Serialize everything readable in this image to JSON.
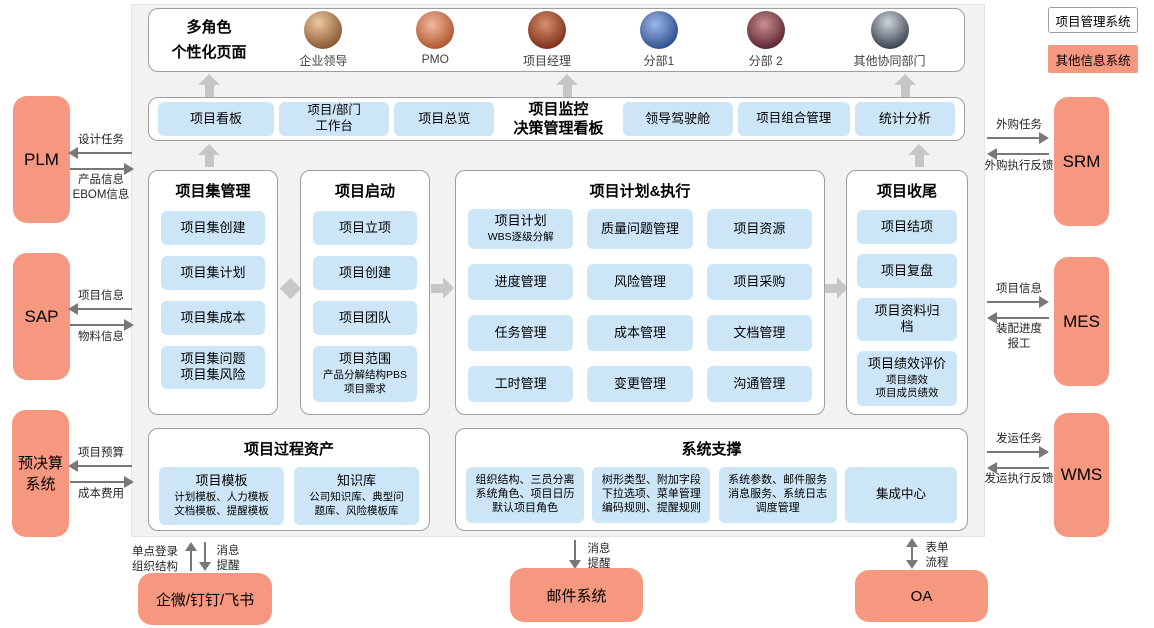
{
  "colors": {
    "salmon": "#f6977f",
    "light_blue": "#cde6f7",
    "panel_gray": "#f2f2f2"
  },
  "legend": {
    "pm_system": "项目管理系统",
    "other_system": "其他信息系统"
  },
  "personas": {
    "panel_title": "多角色\n个性化页面",
    "items": [
      {
        "label": "企业领导"
      },
      {
        "label": "PMO"
      },
      {
        "label": "项目经理"
      },
      {
        "label": "分部1"
      },
      {
        "label": "分部 2"
      },
      {
        "label": "其他协同部门"
      }
    ]
  },
  "dashboard": {
    "items": [
      "项目看板",
      "项目/部门\n工作台",
      "项目总览"
    ],
    "title": "项目监控\n决策管理看板",
    "items2": [
      "领导驾驶舱",
      "项目组合管理",
      "统计分析"
    ]
  },
  "program_mgmt": {
    "title": "项目集管理",
    "items": [
      "项目集创建",
      "项目集计划",
      "项目集成本",
      "项目集问题\n项目集风险"
    ]
  },
  "initiation": {
    "title": "项目启动",
    "items": [
      "项目立项",
      "项目创建",
      "项目团队"
    ],
    "scope": {
      "title": "项目范围",
      "subtitle": "产品分解结构PBS\n项目需求"
    }
  },
  "plan_exec": {
    "title": "项目计划&执行",
    "cells": [
      {
        "title": "项目计划",
        "subtitle": "WBS逐级分解"
      },
      {
        "title": "质量问题管理"
      },
      {
        "title": "项目资源"
      },
      {
        "title": "进度管理"
      },
      {
        "title": "风险管理"
      },
      {
        "title": "项目采购"
      },
      {
        "title": "任务管理"
      },
      {
        "title": "成本管理"
      },
      {
        "title": "文档管理"
      },
      {
        "title": "工时管理"
      },
      {
        "title": "变更管理"
      },
      {
        "title": "沟通管理"
      }
    ]
  },
  "closure": {
    "title": "项目收尾",
    "items": [
      "项目结项",
      "项目复盘",
      "项目资料归\n档"
    ],
    "perf": {
      "title": "项目绩效评价",
      "subtitle": "项目绩效\n项目成员绩效"
    }
  },
  "process_assets": {
    "title": "项目过程资产",
    "cells": [
      {
        "title": "项目模板",
        "subtitle": "计划模板、人力模板\n文档模板、提醒模板"
      },
      {
        "title": "知识库",
        "subtitle": "公司知识库、典型问\n题库、风险模板库"
      }
    ]
  },
  "system_support": {
    "title": "系统支撑",
    "cells": [
      {
        "text": "组织结构、三员分离\n系统角色、项目日历\n默认项目角色"
      },
      {
        "text": "树形类型、附加字段\n下拉选项、菜单管理\n编码规则、提醒规则"
      },
      {
        "text": "系统参数、邮件服务\n消息服务、系统日志\n调度管理"
      },
      {
        "text": "集成中心"
      }
    ]
  },
  "external_left": [
    {
      "name": "PLM",
      "in_label": "设计任务",
      "out_label": "产品信息\nEBOM信息"
    },
    {
      "name": "SAP",
      "in_label": "项目信息",
      "out_label": "物料信息"
    },
    {
      "name": "预决算\n系统",
      "in_label": "项目预算",
      "out_label": "成本费用"
    }
  ],
  "external_right": [
    {
      "name": "SRM",
      "out_label": "外购任务",
      "in_label": "外购执行反馈"
    },
    {
      "name": "MES",
      "out_label": "项目信息",
      "in_label": "装配进度\n报工"
    },
    {
      "name": "WMS",
      "out_label": "发运任务",
      "in_label": "发运执行反馈"
    }
  ],
  "external_bottom": [
    {
      "name": "企微/钉钉/飞书",
      "up_label": "单点登录\n组织结构",
      "down_label": "消息\n提醒"
    },
    {
      "name": "邮件系统",
      "down_label": "消息\n提醒"
    },
    {
      "name": "OA",
      "updown_label": "表单\n流程"
    }
  ]
}
